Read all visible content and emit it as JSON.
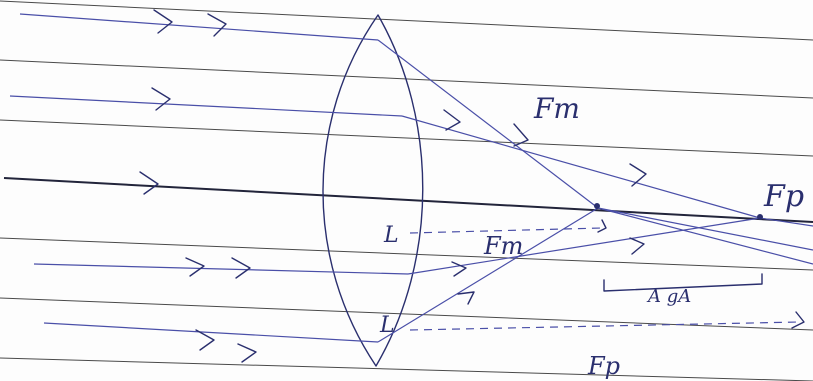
{
  "labels": {
    "fm_upper": "Fm",
    "fp_right": "Fp",
    "fm_lower": "Fm",
    "fp_bottom": "Fp",
    "l_mid": "L",
    "l_low": "L",
    "aberration": "A gA"
  },
  "colors": {
    "ink": "#2a2f6e",
    "ray": "#4a4fa8",
    "paper_rule": "#4a4a4a"
  }
}
